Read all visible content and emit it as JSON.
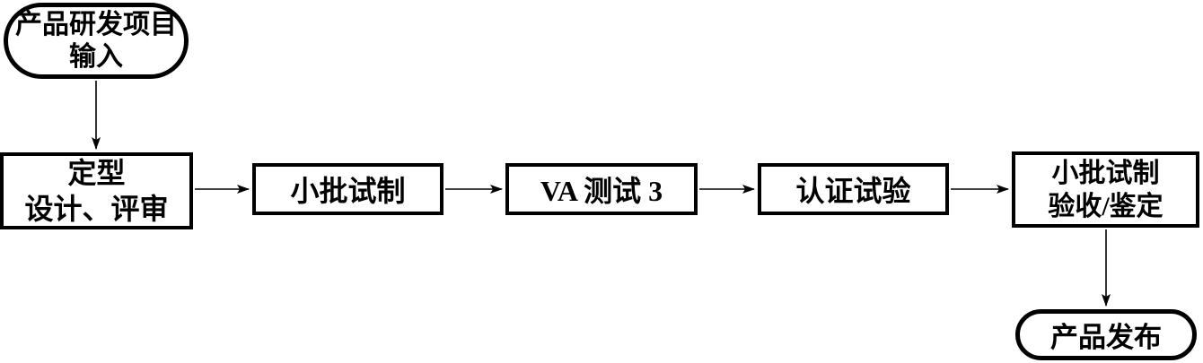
{
  "diagram": {
    "title": "product-development-release-flow",
    "colors": {
      "line": "#000000",
      "background": "#ffffff",
      "text": "#000000"
    },
    "nodes": {
      "start": {
        "type": "terminator",
        "line1": "产品研发项目",
        "line2": "输入"
      },
      "step1": {
        "type": "process",
        "line1": "定型",
        "line2": "设计、评审"
      },
      "step2": {
        "type": "process",
        "label": "小批试制"
      },
      "step3": {
        "type": "process",
        "label": "VA 测试 3"
      },
      "step4": {
        "type": "process",
        "label": "认证试验"
      },
      "step5": {
        "type": "process",
        "line1": "小批试制",
        "line2": "验收/鉴定"
      },
      "end": {
        "type": "terminator",
        "label": "产品发布"
      }
    },
    "edges": [
      {
        "from": "start",
        "to": "step1",
        "direction": "down"
      },
      {
        "from": "step1",
        "to": "step2",
        "direction": "right"
      },
      {
        "from": "step2",
        "to": "step3",
        "direction": "right"
      },
      {
        "from": "step3",
        "to": "step4",
        "direction": "right"
      },
      {
        "from": "step4",
        "to": "step5",
        "direction": "right"
      },
      {
        "from": "step5",
        "to": "end",
        "direction": "down"
      }
    ]
  }
}
